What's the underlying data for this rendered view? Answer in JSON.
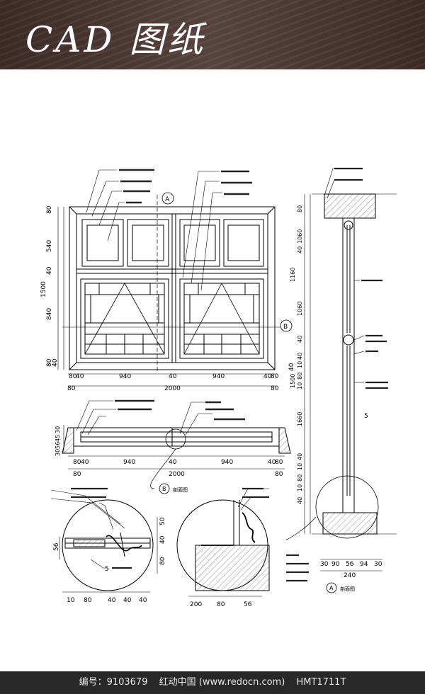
{
  "header": {
    "title": "CAD 图纸"
  },
  "elevation": {
    "dims_bottom_row1": [
      "80",
      "40",
      "940",
      "40",
      "940",
      "40",
      "80"
    ],
    "dims_bottom_row2": [
      "80",
      "2000",
      "80"
    ],
    "dims_left": [
      "80",
      "540",
      "40",
      "1500",
      "840",
      "80",
      "40"
    ],
    "dims_right_gap": "40",
    "callout_a": "A",
    "callout_b": "B"
  },
  "plan": {
    "dims_left": [
      "30",
      "45",
      "56",
      "30"
    ],
    "dims_row1": [
      "80",
      "40",
      "940",
      "40",
      "940",
      "40",
      "80"
    ],
    "dims_row2": [
      "80",
      "2000",
      "80"
    ],
    "callout_b": "B",
    "caption": "剖面图"
  },
  "section": {
    "dims_left": [
      "80",
      "1060",
      "40",
      "1160",
      "1060",
      "40",
      "40",
      "10",
      "80",
      "10",
      "1500",
      "1660",
      "40",
      "10",
      "80",
      "10",
      "40"
    ],
    "dims_bottom_row1": [
      "30",
      "90",
      "56",
      "94",
      "30"
    ],
    "dims_bottom_row2": [
      "240"
    ],
    "callout_a": "A",
    "caption": "剖面图",
    "label_5": "5"
  },
  "detail_b": {
    "dims_left": [
      "56",
      "50",
      "40",
      "80"
    ],
    "dims_bottom": [
      "10",
      "80",
      "40",
      "40",
      "40"
    ],
    "label_5": "5"
  },
  "detail_a": {
    "dims_bottom": [
      "200",
      "80",
      "56"
    ]
  },
  "footer": {
    "id_label": "编号：9103679",
    "site": "红动中国 (www.redocn.com)",
    "code": "HMT1711T"
  }
}
